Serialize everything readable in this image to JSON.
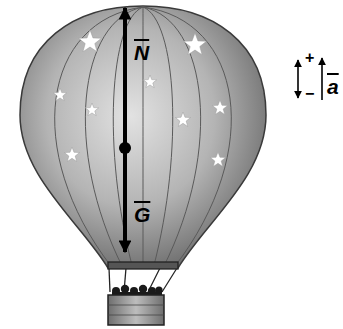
{
  "diagram": {
    "labels": [
      "N",
      "G",
      "+",
      "−",
      "a"
    ]
  }
}
